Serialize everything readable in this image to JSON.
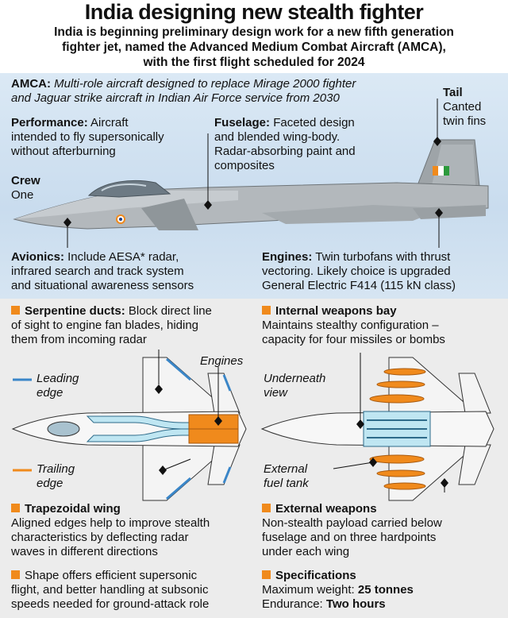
{
  "header": {
    "title": "India designing new stealth fighter",
    "subtitle_lines": [
      "India is beginning preliminary design work for a new fifth generation",
      "fighter jet, named the Advanced Medium Combat Aircraft (AMCA),",
      "with the first flight scheduled for 2024"
    ]
  },
  "amca": {
    "label": "AMCA:",
    "lines": [
      "Multi-role aircraft designed to replace Mirage 2000 fighter",
      "and Jaguar strike aircraft in Indian Air Force service from 2030"
    ]
  },
  "tail": {
    "label": "Tail",
    "lines": [
      "Canted",
      "twin fins"
    ]
  },
  "performance": {
    "label": "Performance:",
    "lines": [
      "Aircraft",
      "intended to fly supersonically",
      "without afterburning"
    ]
  },
  "fuselage": {
    "label": "Fuselage:",
    "lines": [
      "Faceted design",
      "and blended wing-body.",
      "Radar-absorbing paint and",
      "composites"
    ]
  },
  "crew": {
    "label": "Crew",
    "value": "One"
  },
  "avionics": {
    "label": "Avionics:",
    "lines": [
      "Include AESA* radar,",
      "infrared search and track system",
      "and situational awareness sensors"
    ]
  },
  "engines": {
    "label": "Engines:",
    "lines": [
      "Twin turbofans with thrust",
      "vectoring. Likely choice is upgraded",
      "General Electric F414 (115 kN class)"
    ]
  },
  "serpentine": {
    "label": "Serpentine ducts:",
    "lines": [
      "Block direct line",
      "of sight to engine fan blades, hiding",
      "them from incoming radar"
    ]
  },
  "weapons_bay": {
    "label": "Internal weapons bay",
    "lines": [
      "Maintains stealthy configuration –",
      "capacity for four missiles or bombs"
    ]
  },
  "diagram_labels": {
    "leading": [
      "Leading",
      "edge"
    ],
    "trailing": [
      "Trailing",
      "edge"
    ],
    "engines": "Engines",
    "underneath": [
      "Underneath",
      "view"
    ],
    "fuel_tank": [
      "External",
      "fuel tank"
    ]
  },
  "trapezoidal": {
    "label": "Trapezoidal wing",
    "lines": [
      "Aligned edges help to improve stealth",
      "characteristics by deflecting radar",
      "waves in different directions"
    ]
  },
  "shape": {
    "lines": [
      "Shape offers efficient supersonic",
      "flight, and better handling at subsonic",
      "speeds needed for ground-attack role"
    ]
  },
  "external_weapons": {
    "label": "External weapons",
    "lines": [
      "Non-stealth payload carried below",
      "fuselage and on three hardpoints",
      "under each wing"
    ]
  },
  "specifications": {
    "label": "Specifications",
    "weight_label": "Maximum weight:",
    "weight_value": "25 tonnes",
    "endurance_label": "Endurance:",
    "endurance_value": "Two hours"
  },
  "colors": {
    "accent": "#f08a1c",
    "leading_edge": "#3a86c8",
    "sky": "#cfe0f0",
    "panel": "#ececec"
  }
}
